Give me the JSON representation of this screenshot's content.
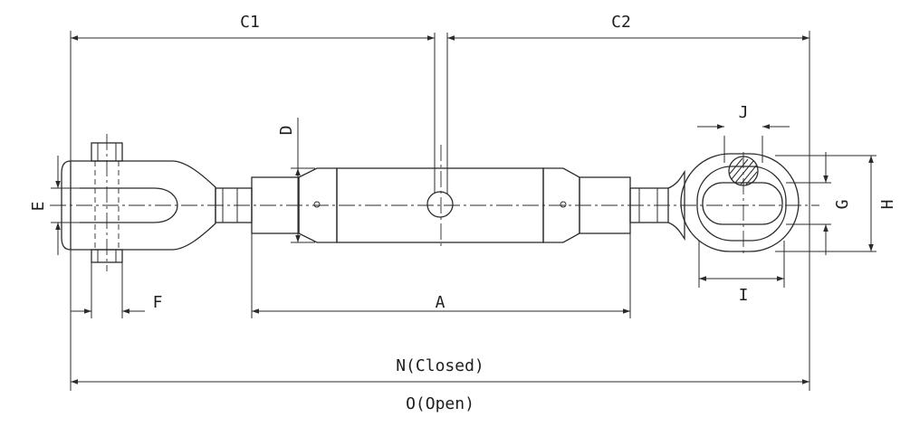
{
  "labels": {
    "c1": "C1",
    "c2": "C2",
    "d": "D",
    "e": "E",
    "f": "F",
    "a": "A",
    "j": "J",
    "g": "G",
    "h": "H",
    "i": "I",
    "n": "N(Closed)",
    "o": "O(Open)"
  },
  "colors": {
    "line": "#2b2b2b",
    "text": "#1e1e1e",
    "background": "#ffffff"
  }
}
